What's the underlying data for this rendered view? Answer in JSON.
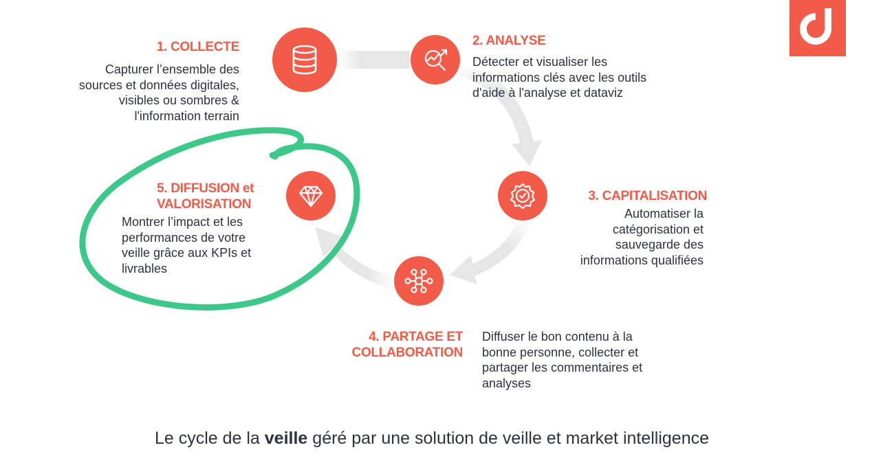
{
  "brand": {
    "accent_color": "#f15b47",
    "annotation_color": "#3cc889",
    "arrow_color": "#e6e6e6",
    "logo_icon": "brand-logo-icon"
  },
  "steps": [
    {
      "title": "1. COLLECTE",
      "desc": [
        "Capturer l’ensemble des",
        "sources  et données digitales,",
        "visibles ou sombres &",
        "l'information terrain"
      ],
      "icon": "database-icon"
    },
    {
      "title": "2. ANALYSE",
      "desc": [
        "Détecter et visualiser les",
        "informations clés avec les outils",
        "d'aide à l'analyse et dataviz"
      ],
      "icon": "magnifier-chart-icon"
    },
    {
      "title": "3. CAPITALISATION",
      "desc": [
        "Automatiser la",
        "catégorisation et",
        "sauvegarde des",
        "informations qualifiées"
      ],
      "icon": "seal-check-icon"
    },
    {
      "title_lines": [
        "4. PARTAGE ET",
        "COLLABORATION"
      ],
      "desc": [
        "Diffuser le bon contenu à la",
        "bonne personne, collecter et",
        "partager les commentaires et",
        "analyses"
      ],
      "icon": "network-icon"
    },
    {
      "title_lines": [
        "5. DIFFUSION et",
        "VALORISATION"
      ],
      "desc": [
        "Montrer l’impact et les",
        "performances de votre",
        "veille grâce aux KPIs et",
        "livrables"
      ],
      "icon": "diamond-icon",
      "highlighted": true
    }
  ],
  "caption": {
    "before": "Le cycle de la ",
    "bold": "veille",
    "after": " géré par une solution de veille et market intelligence"
  }
}
